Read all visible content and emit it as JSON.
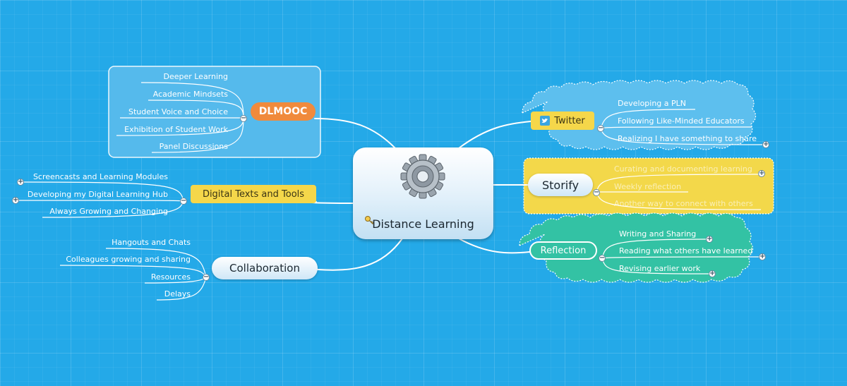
{
  "central": {
    "title": "Distance Learning",
    "icon": "gear-icon"
  },
  "left_branches": {
    "dlmooc": {
      "label": "DLMOOC",
      "color": "#f08a3c",
      "children": [
        "Deeper Learning",
        "Academic Mindsets",
        "Student Voice and Choice",
        "Exhibition of Student Work",
        "Panel Discussions"
      ]
    },
    "digital_texts": {
      "label": "Digital Texts and Tools",
      "color": "#f5d74a",
      "children": [
        "Screencasts and Learning Modules",
        "Developing my Digital Learning Hub",
        "Always Growing and Changing"
      ]
    },
    "collaboration": {
      "label": "Collaboration",
      "children": [
        "Hangouts and Chats",
        "Colleagues growing and sharing",
        "Resources",
        "Delays"
      ]
    }
  },
  "right_branches": {
    "twitter": {
      "label": "Twitter",
      "icon": "twitter-bird-icon",
      "color": "#f5d74a",
      "children": [
        "Developing a PLN",
        "Following Like-Minded Educators",
        "Realizing I have something to share"
      ]
    },
    "storify": {
      "label": "Storify",
      "color": "#f3d84a",
      "children": [
        "Curating and documenting learning",
        "Weekly reflection",
        "Another way to connect with others"
      ]
    },
    "reflection": {
      "label": "Reflection",
      "color": "#33c2a4",
      "children": [
        "Writing and Sharing",
        "Reading what others have learned",
        "Revising earlier work"
      ]
    }
  },
  "colors": {
    "background": "#24a9e8",
    "boundary_blue": "#4fb8ea",
    "cloud_blue": "#5dbfee",
    "line": "#ffffff"
  }
}
